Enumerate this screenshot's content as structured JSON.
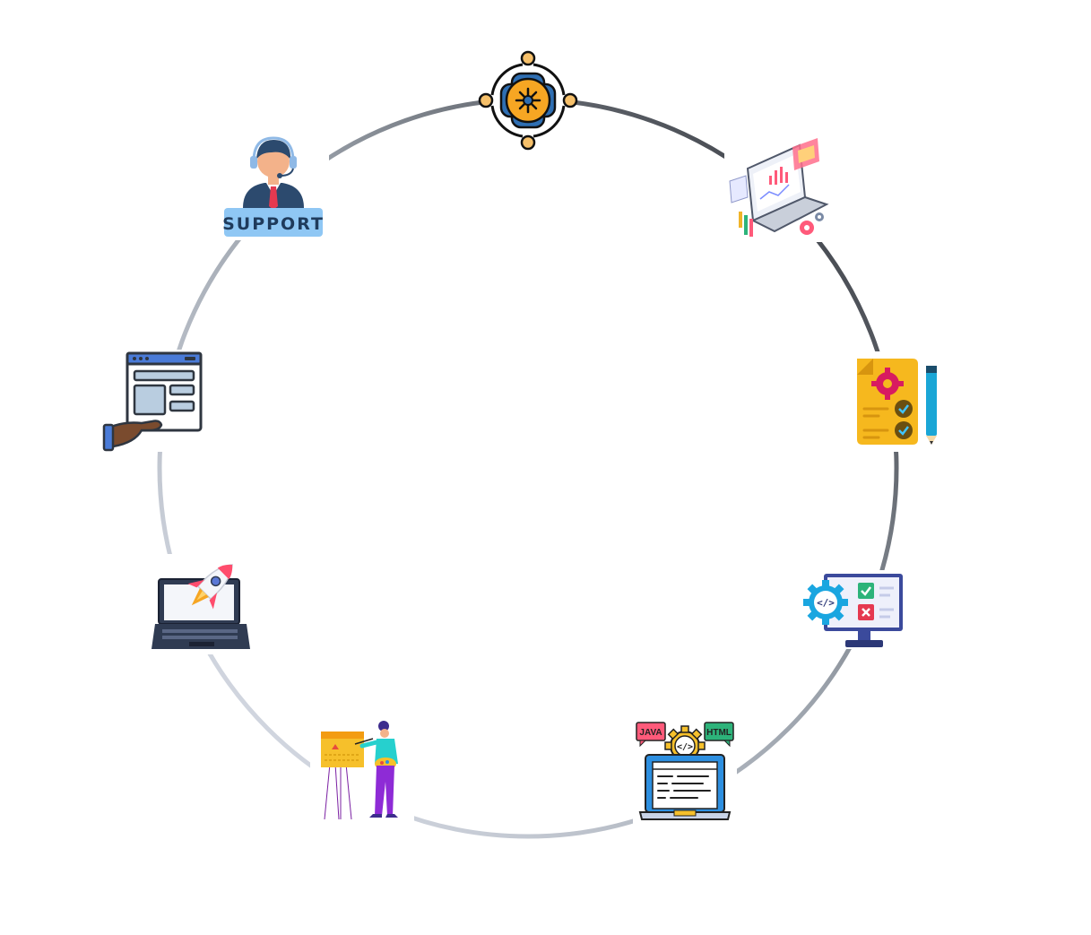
{
  "diagram": {
    "type": "circular-cycle",
    "ring_gradient": {
      "colors": [
        "#2d2f36",
        "#9aa0a8",
        "#dfe3ee"
      ]
    },
    "nodes": [
      {
        "id": "strategy",
        "icon": "strategy-hub-icon",
        "label": ""
      },
      {
        "id": "analytics",
        "icon": "analytics-laptop-icon",
        "label": ""
      },
      {
        "id": "requirements",
        "icon": "requirements-document-icon",
        "label": ""
      },
      {
        "id": "testing",
        "icon": "code-testing-monitor-icon",
        "label": ""
      },
      {
        "id": "development",
        "icon": "coding-laptop-icon",
        "label": ""
      },
      {
        "id": "design",
        "icon": "designer-easel-icon",
        "label": ""
      },
      {
        "id": "launch",
        "icon": "rocket-laptop-icon",
        "label": ""
      },
      {
        "id": "deployment",
        "icon": "hand-holding-website-icon",
        "label": ""
      },
      {
        "id": "support",
        "icon": "support-agent-icon",
        "label": ""
      }
    ],
    "texts": {
      "support_badge": "SUPPORT",
      "java_tag": "JAVA",
      "html_tag": "HTML"
    }
  }
}
